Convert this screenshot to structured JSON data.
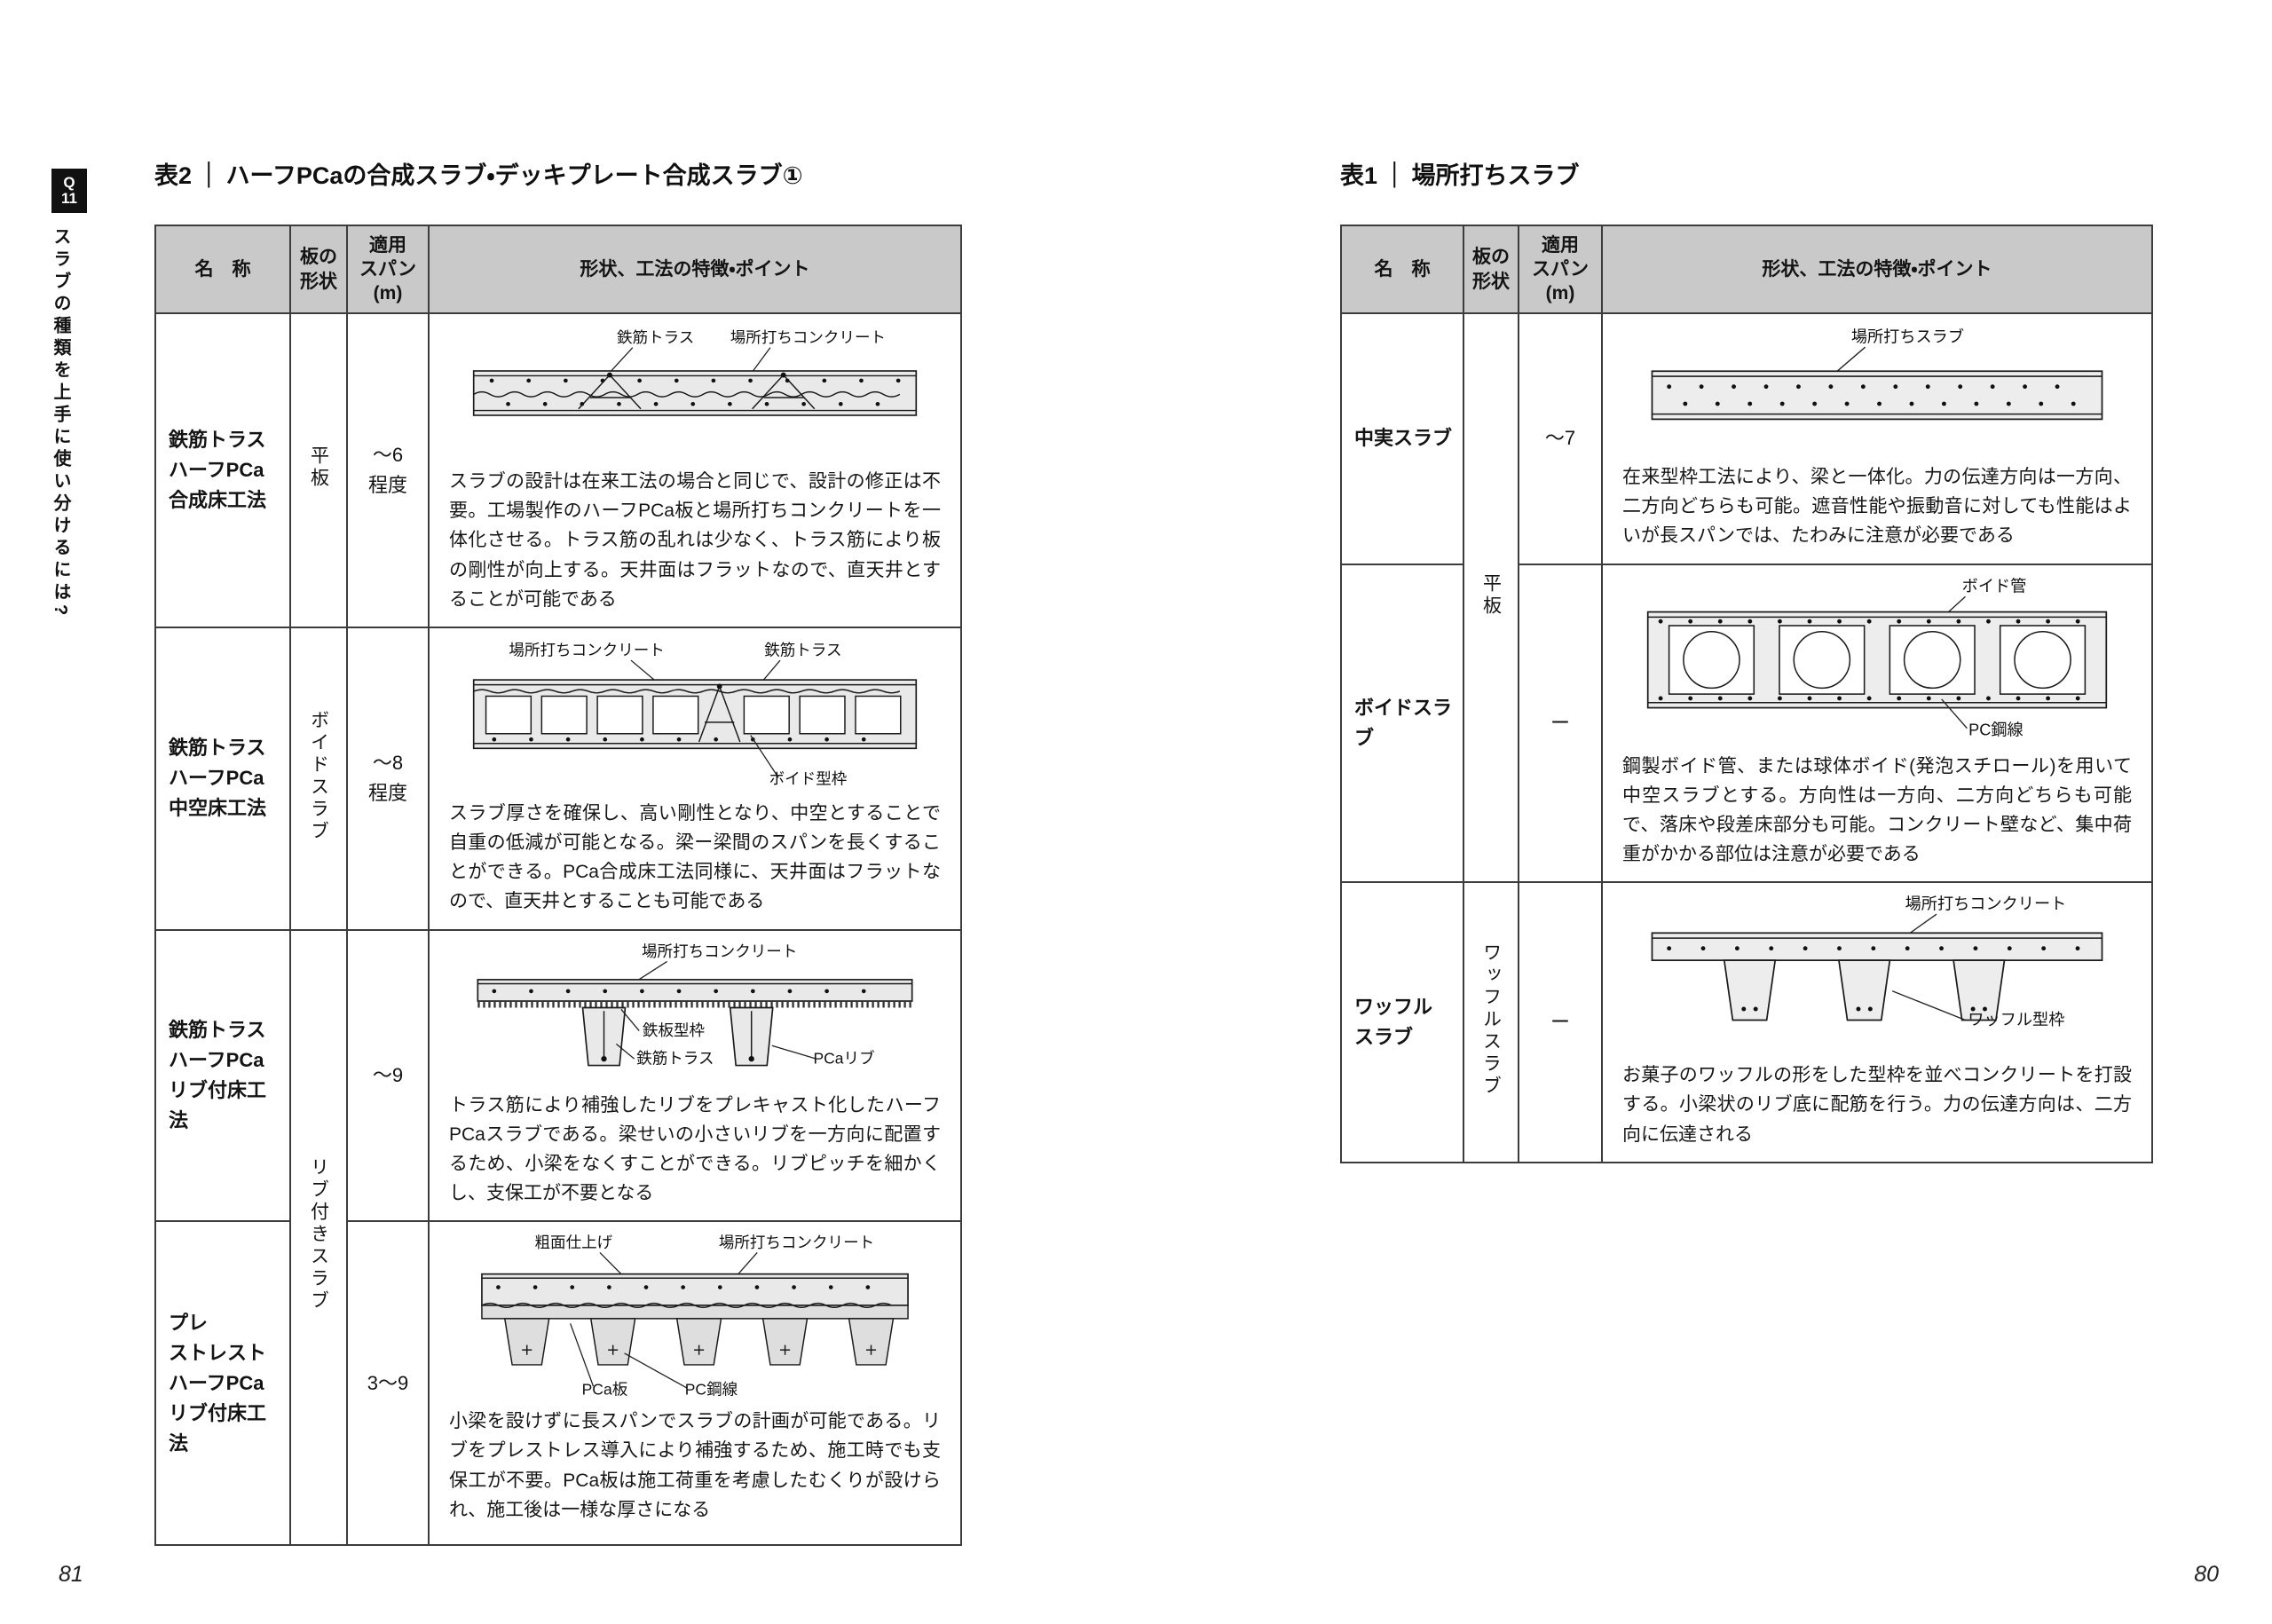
{
  "page": {
    "left_number": "81",
    "right_number": "80"
  },
  "sidebar": {
    "q_label": "Q",
    "q_number": "11",
    "vertical_title": "スラブの種類を上手に使い分けるには?"
  },
  "left_table": {
    "label": "表2",
    "divider": "|",
    "title": "ハーフPCaの合成スラブ・デッキプレート合成スラブ①",
    "headers": {
      "name": "名　称",
      "shape": "板の\n形状",
      "span": "適用\nスパン\n(m)",
      "features": "形状、工法の特徴・ポイント"
    },
    "rows": [
      {
        "name": "鉄筋トラス\nハーフPCa\n合成床工法",
        "shape": "平板",
        "span": "〜6\n程度",
        "labels": [
          "鉄筋トラス",
          "場所打ちコンクリート"
        ],
        "text": "スラブの設計は在来工法の場合と同じで、設計の修正は不要。工場製作のハーフPCa板と場所打ちコンクリートを一体化させる。トラス筋の乱れは少なく、トラス筋により板の剛性が向上する。天井面はフラットなので、直天井とすることが可能である"
      },
      {
        "name": "鉄筋トラス\nハーフPCa\n中空床工法",
        "shape": "ボイドスラブ",
        "span": "〜8\n程度",
        "labels": [
          "場所打ちコンクリート",
          "鉄筋トラス",
          "ボイド型枠"
        ],
        "text": "スラブ厚さを確保し、高い剛性となり、中空とすることで自重の低減が可能となる。梁ー梁間のスパンを長くすることができる。PCa合成床工法同様に、天井面はフラットなので、直天井とすることも可能である"
      },
      {
        "name": "鉄筋トラス\nハーフPCa\nリブ付床工法",
        "shape": "リブ付きスラブ",
        "span": "〜9",
        "labels": [
          "場所打ちコンクリート",
          "鉄板型枠",
          "鉄筋トラス",
          "PCaリブ"
        ],
        "text": "トラス筋により補強したリブをプレキャスト化したハーフPCaスラブである。梁せいの小さいリブを一方向に配置するため、小梁をなくすことができる。リブピッチを細かくし、支保工が不要となる"
      },
      {
        "name": "プレ\nストレスト\nハーフPCa\nリブ付床工法",
        "span": "3〜9",
        "labels": [
          "粗面仕上げ",
          "場所打ちコンクリート",
          "PCa板",
          "PC鋼線"
        ],
        "text": "小梁を設けずに長スパンでスラブの計画が可能である。リブをプレストレス導入により補強するため、施工時でも支保工が不要。PCa板は施工荷重を考慮したむくりが設けられ、施工後は一様な厚さになる"
      }
    ]
  },
  "right_table": {
    "label": "表1",
    "divider": "|",
    "title": "場所打ちスラブ",
    "headers": {
      "name": "名　称",
      "shape": "板の\n形状",
      "span": "適用\nスパン\n(m)",
      "features": "形状、工法の特徴・ポイント"
    },
    "rows": [
      {
        "name": "中実スラブ",
        "shape": "平板",
        "span": "〜7",
        "labels": [
          "場所打ちスラブ"
        ],
        "text": "在来型枠工法により、梁と一体化。力の伝達方向は一方向、二方向どちらも可能。遮音性能や振動音に対しても性能はよいが長スパンでは、たわみに注意が必要である"
      },
      {
        "name": "ボイドスラブ",
        "span": "ー",
        "labels": [
          "ボイド管",
          "PC鋼線"
        ],
        "text": "鋼製ボイド管、または球体ボイド(発泡スチロール)を用いて中空スラブとする。方向性は一方向、二方向どちらも可能で、落床や段差床部分も可能。コンクリート壁など、集中荷重がかかる部位は注意が必要である"
      },
      {
        "name": "ワッフル\nスラブ",
        "shape": "ワッフルスラブ",
        "span": "ー",
        "labels": [
          "場所打ちコンクリート",
          "ワッフル型枠"
        ],
        "text": "お菓子のワッフルの形をした型枠を並べコンクリートを打設する。小梁状のリブ底に配筋を行う。力の伝達方向は、二方向に伝達される"
      }
    ]
  }
}
